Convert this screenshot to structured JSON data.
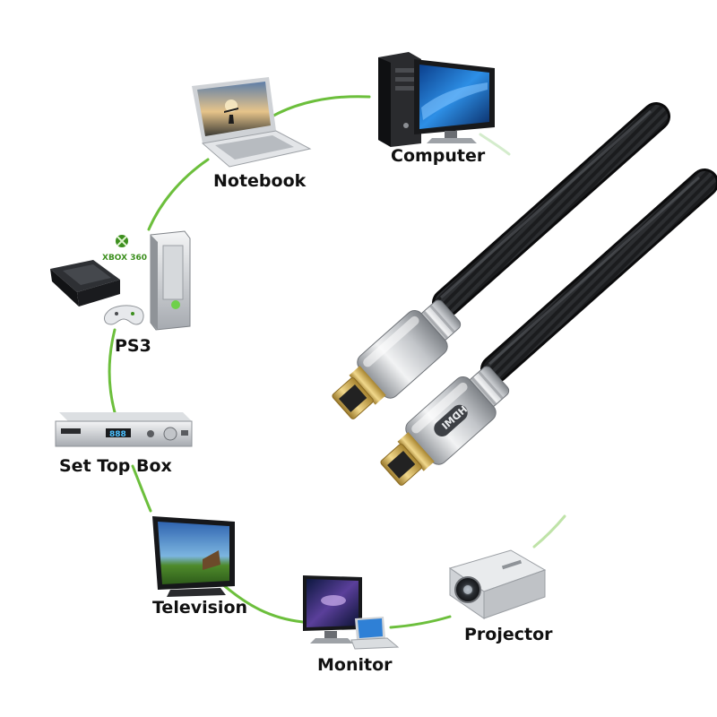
{
  "devices": [
    {
      "id": "computer",
      "label": "Computer"
    },
    {
      "id": "notebook",
      "label": "Notebook"
    },
    {
      "id": "ps3",
      "label": "PS3"
    },
    {
      "id": "set-top-box",
      "label": "Set Top Box"
    },
    {
      "id": "television",
      "label": "Television"
    },
    {
      "id": "monitor",
      "label": "Monitor"
    },
    {
      "id": "projector",
      "label": "Projector"
    }
  ],
  "xbox_logo_text": "XBOX 360",
  "set_top_box_display": "888",
  "cable_brand": "HDMI",
  "colors": {
    "connector_line": "#6cbf3c",
    "cable_braid": "#1b1c1e",
    "connector_housing": "#c9ccd0",
    "connector_plug": "#d8b25a",
    "screen_blue": "#1f6fc8"
  }
}
